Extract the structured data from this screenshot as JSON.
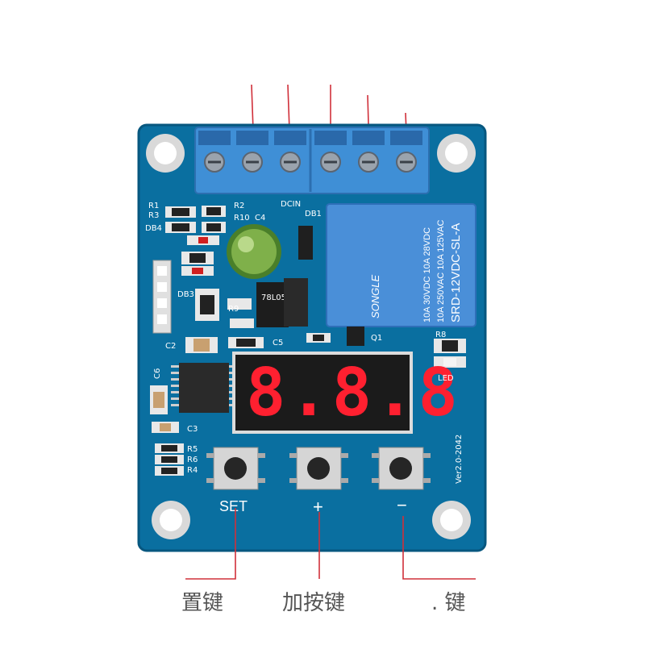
{
  "board": {
    "terminal_label": "DCIN",
    "relay_lines": [
      "SRD-12VDC-SL-A",
      "10A 250VAC 10A 125VAC",
      "10A 30VDC 10A 28VDC",
      "SONGLE"
    ],
    "version": "Ver2.0-2042",
    "display": "8.8.8",
    "component_labels": [
      "R1",
      "R3",
      "DB4",
      "R2",
      "R10",
      "C4",
      "DB1",
      "DB3",
      "R9",
      "C2",
      "C5",
      "Q1",
      "R8",
      "LED",
      "C6",
      "C3",
      "R5",
      "R6",
      "R4",
      "78L05"
    ],
    "button_labels": [
      "SET",
      "+",
      "−"
    ]
  },
  "captions": [
    "置键",
    "加按键",
    ". 键"
  ],
  "colors": {
    "pcb": "#0a6fa0",
    "pcb_edge": "#07577f",
    "terminal": "#3f8fd6",
    "relay": "#4a8fd8",
    "display_seg": "#ff2030",
    "pointer": "#d0303a"
  }
}
